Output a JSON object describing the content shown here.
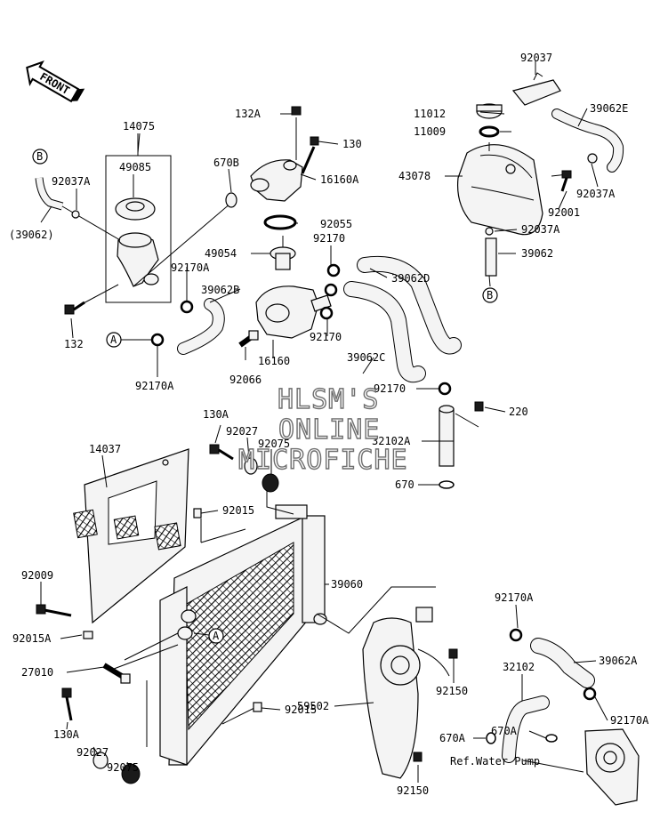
{
  "labels": {
    "front": "FRONT",
    "p14075": "14075",
    "p49085": "49085",
    "p92037A_a": "92037A",
    "p39062_paren": "(39062)",
    "p670B": "670B",
    "p132A_top": "132A",
    "p130": "130",
    "p16160A": "16160A",
    "p92055": "92055",
    "p49054": "49054",
    "p92170_a": "92170",
    "p92170A_a": "92170A",
    "p39062B": "39062B",
    "p39062D": "39062D",
    "p132": "132",
    "p92170_b": "92170",
    "p16160": "16160",
    "p39062C": "39062C",
    "p92170A_b": "92170A",
    "p92066": "92066",
    "p92037": "92037",
    "p11012": "11012",
    "p39062E": "39062E",
    "p11009": "11009",
    "p43078": "43078",
    "p92037A_b": "92037A",
    "p92001": "92001",
    "p92037A_c": "92037A",
    "p39062": "39062",
    "p92170_c": "92170",
    "p220": "220",
    "p130A_a": "130A",
    "p92027_a": "92027",
    "p92075_a": "92075",
    "p32102A": "32102A",
    "p14037": "14037",
    "p670": "670",
    "p92015_a": "92015",
    "p92009": "92009",
    "p39060": "39060",
    "p92015A": "92015A",
    "p92170A_c": "92170A",
    "p27010": "27010",
    "p39062A": "39062A",
    "p32102": "32102",
    "p59502": "59502",
    "p92150_a": "92150",
    "p92170A_d": "92170A",
    "p670A_a": "670A",
    "p130A_b": "130A",
    "p92015_b": "92015",
    "p670A_b": "670A",
    "p92027_b": "92027",
    "pRefPump": "Ref.Water Pump",
    "p92075_b": "92075",
    "p92150_b": "92150",
    "callA": "A",
    "callB": "B"
  },
  "watermark": {
    "line1": "HLSM'S",
    "line2": "ONLINE",
    "line3": "MICROFICHE"
  },
  "colors": {
    "ink": "#000000",
    "paper": "#ffffff",
    "watermark_outline": "#6e6e6e"
  },
  "icons": [
    "front-arrow-icon"
  ]
}
